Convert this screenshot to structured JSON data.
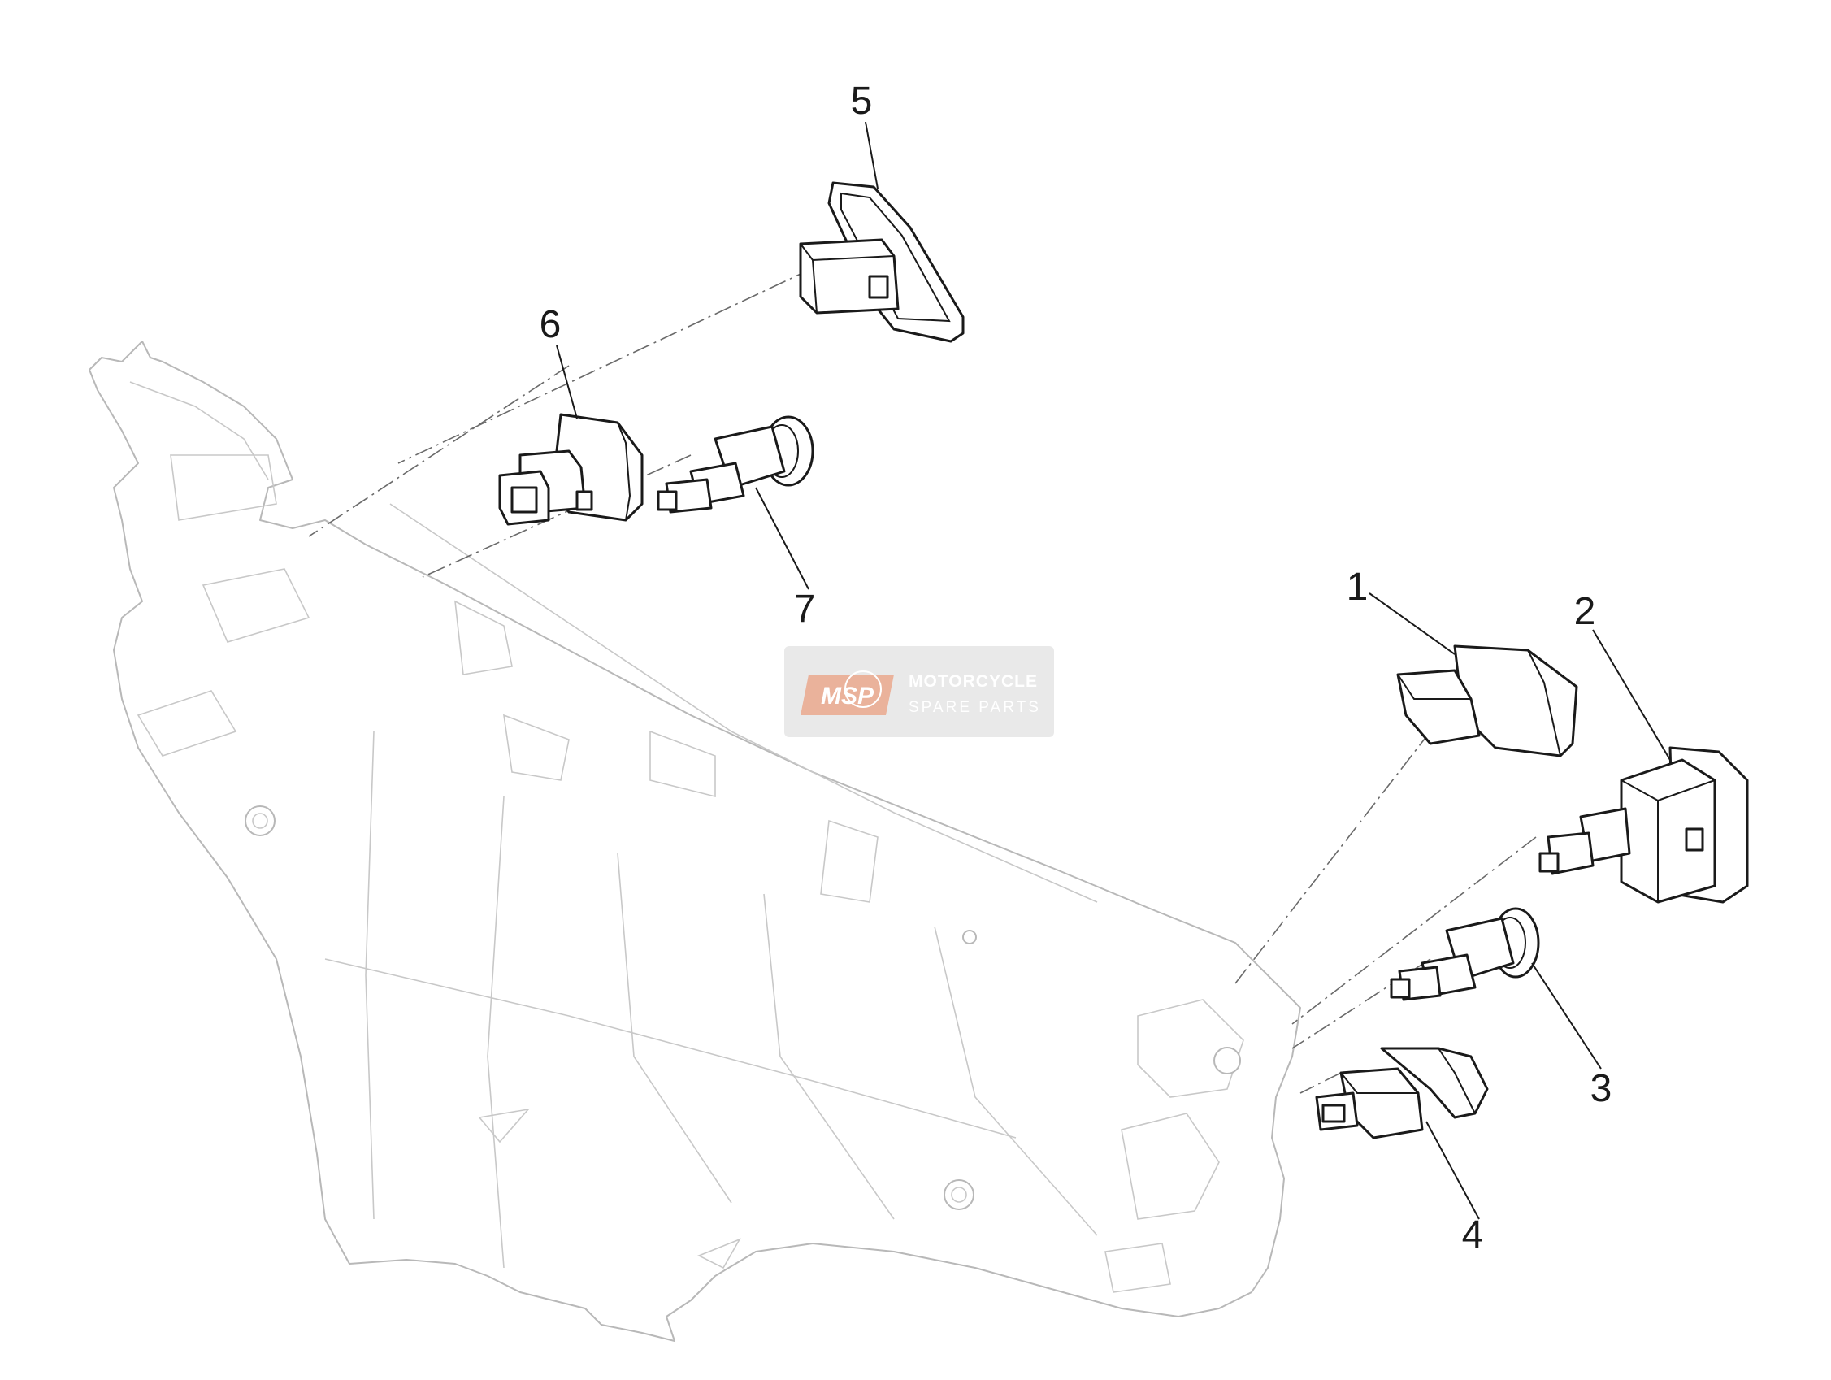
{
  "diagram": {
    "callouts": [
      {
        "id": "1",
        "label": "1"
      },
      {
        "id": "2",
        "label": "2"
      },
      {
        "id": "3",
        "label": "3"
      },
      {
        "id": "4",
        "label": "4"
      },
      {
        "id": "5",
        "label": "5"
      },
      {
        "id": "6",
        "label": "6"
      },
      {
        "id": "7",
        "label": "7"
      }
    ]
  },
  "watermark": {
    "logo": "MSP",
    "line1": "MOTORCYCLE",
    "line2": "SPARE PARTS",
    "color": "#e89a7a"
  }
}
